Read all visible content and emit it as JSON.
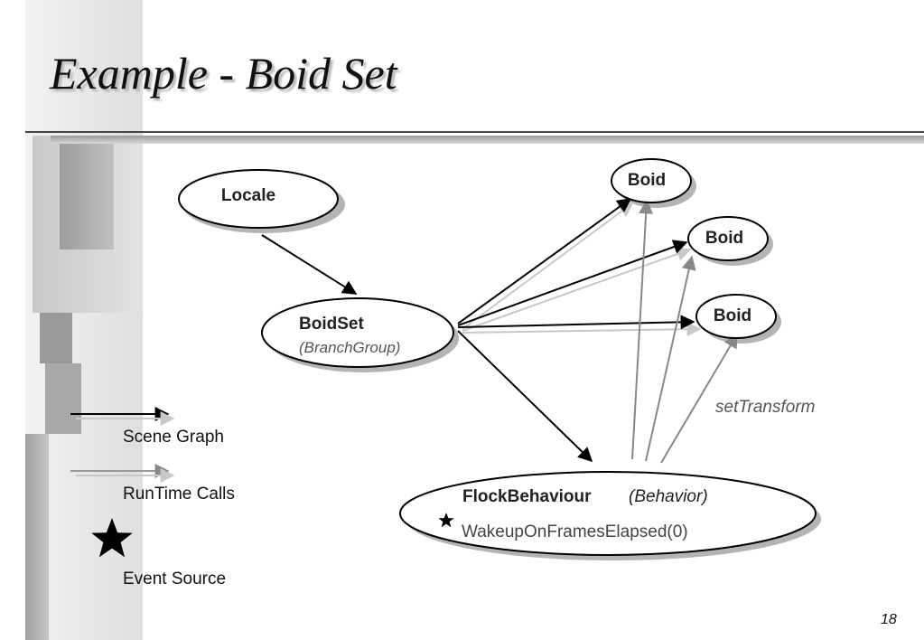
{
  "slide": {
    "title": "Example - Boid Set",
    "page_number": "18"
  },
  "diagram": {
    "nodes": {
      "locale": {
        "label": "Locale"
      },
      "boidset": {
        "label": "BoidSet",
        "sublabel": "(BranchGroup)"
      },
      "boid1": {
        "label": "Boid"
      },
      "boid2": {
        "label": "Boid"
      },
      "boid3": {
        "label": "Boid"
      },
      "flock": {
        "label": "FlockBehaviour",
        "label_type": "(Behavior)",
        "sublabel": "WakeupOnFramesElapsed(0)"
      }
    },
    "edge_label": "setTransform"
  },
  "legend": {
    "scene_graph": "Scene Graph",
    "runtime_calls": "RunTime Calls",
    "event_source": "Event Source"
  }
}
